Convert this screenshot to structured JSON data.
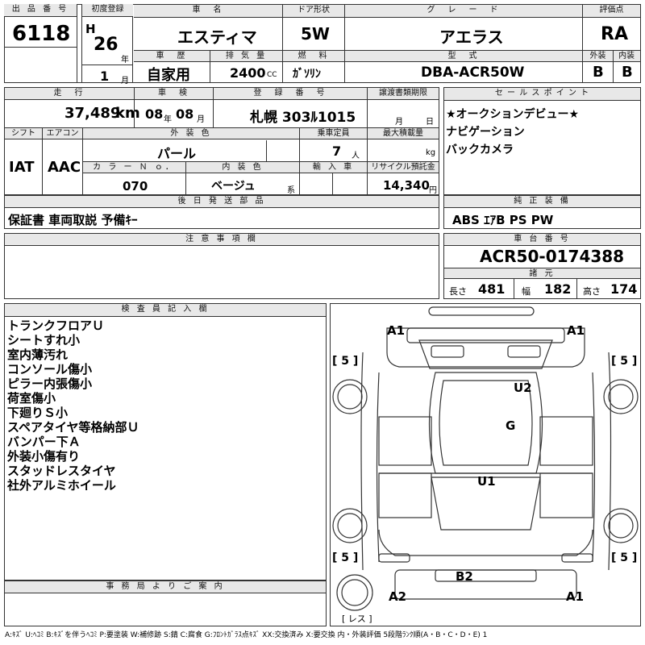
{
  "labels": {
    "lot_no": "出 品 番 号",
    "first_reg": "初度登録",
    "car_name": "車　名",
    "door": "ドア形状",
    "grade": "グ　レ　ー　ド",
    "rating": "評価点",
    "history": "車　歴",
    "displacement": "排 気 量",
    "fuel": "燃　料",
    "model_type": "型　式",
    "exterior": "外装",
    "interior": "内装",
    "mileage": "走　行",
    "inspection": "車　検",
    "reg_no": "登　録　番　号",
    "transfer": "譲渡書類期限",
    "sales_point": "セ ー ル ス ポ イ ン ト",
    "shift": "シフト",
    "aircon": "エアコン",
    "ext_color": "外 装 色",
    "capacity": "乗車定員",
    "max_load": "最大積載量",
    "color_no": "カ ラ ー Ｎ ｏ．",
    "int_color": "内 装 色",
    "import": "輸 入 車",
    "recycle": "リサイクル預託金",
    "later_parts": "後 日 発 送 部 品",
    "genuine": "純 正 装 備",
    "caution": "注 意 事 項 欄",
    "chassis": "車 台 番 号",
    "specs": "諸 元",
    "inspector": "検 査 員 記 入 欄",
    "office": "事 務 局 よ り ご 案 内"
  },
  "values": {
    "lot_no": "6118",
    "era": "H",
    "year": "26",
    "year_unit": "年",
    "month": "1",
    "month_unit": "月",
    "car_name": "エスティマ",
    "door": "5W",
    "grade": "アエラス",
    "rating": "RA",
    "history": "自家用",
    "displacement": "2400",
    "displacement_unit": "CC",
    "fuel": "ｶﾞｿﾘﾝ",
    "model_type": "DBA-ACR50W",
    "exterior": "B",
    "interior": "B",
    "mileage": "37,489",
    "mileage_unit": "km",
    "insp_year": "08",
    "insp_year_unit": "年",
    "insp_month": "08",
    "insp_month_unit": "月",
    "reg_no": "札幌 303ﾙ1015",
    "transfer_month_unit": "月",
    "transfer_day_unit": "日",
    "shift": "IAT",
    "aircon": "AAC",
    "ext_color": "パール",
    "capacity": "7",
    "capacity_unit": "人",
    "load_unit": "kg",
    "color_no": "070",
    "int_color": "ベージュ",
    "int_color_unit": "系",
    "recycle": "14,340",
    "recycle_unit": "円",
    "later_parts": "保証書 車両取説 予備ｷｰ",
    "genuine": "ABS ｴｱB PS PW",
    "chassis": "ACR50-0174388",
    "length_label": "長さ",
    "length": "481",
    "width_label": "幅",
    "width": "182",
    "height_label": "高さ",
    "height": "174"
  },
  "sales_points": [
    "★オークションデビュー★",
    "ナビゲーション",
    "バックカメラ"
  ],
  "inspector_notes": [
    "トランクフロアＵ",
    "シートすれ小",
    "室内薄汚れ",
    "コンソール傷小",
    "ピラー内張傷小",
    "荷室傷小",
    "下廻りＳ小",
    "スペアタイヤ等格納部Ｕ",
    "バンパー下Ａ",
    "外装小傷有り",
    "スタッドレスタイヤ",
    "社外アルミホイール"
  ],
  "diagram": {
    "marks": {
      "front_left": "A1",
      "front_right": "A1",
      "roof_rear": "U2",
      "roof_glass": "G",
      "floor": "U1",
      "rear_bumper": "B2",
      "rear_left": "A2",
      "rear_right": "A1"
    },
    "tires": {
      "front_left": "[ 5 ]",
      "front_right": "[ 5 ]",
      "rear_left": "[ 5 ]",
      "rear_right": "[ 5 ]"
    },
    "spare": "[ レス ]"
  },
  "legend": "A:ｷｽﾞ U:ﾍｺﾐ B:ｷｽﾞを伴うﾍｺﾐ P:要塗装 W:補修跡 S:錆 C:腐食 G:ﾌﾛﾝﾄｶﾞﾗｽ点ｷｽﾞ XX:交換済み X:要交換 内・外装評価 5段階ﾗﾝｸ順(A・B・C・D・E) 1"
}
